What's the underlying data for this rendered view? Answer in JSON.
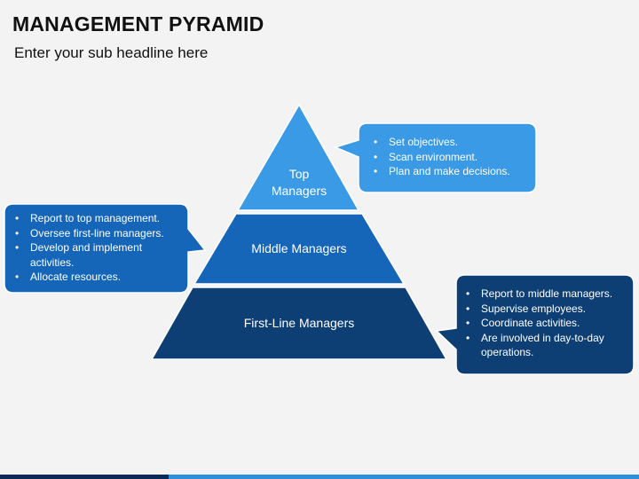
{
  "header": {
    "title": "MANAGEMENT PYRAMID",
    "subtitle": "Enter your sub headline here"
  },
  "tiers": [
    {
      "label_line1": "Top",
      "label_line2": "Managers",
      "color": "#3b9ae6",
      "bullets": [
        "Set objectives.",
        "Scan environment.",
        "Plan and make decisions."
      ]
    },
    {
      "label": "Middle Managers",
      "color": "#1565b8",
      "bullets": [
        "Report to top management.",
        "Oversee first-line managers.",
        "Develop and implement activities.",
        "Allocate resources."
      ]
    },
    {
      "label": "First-Line Managers",
      "color": "#0d3f75",
      "bullets": [
        "Report to middle managers.",
        "Supervise employees.",
        "Coordinate activities.",
        "Are involved in day-to-day operations."
      ]
    }
  ]
}
